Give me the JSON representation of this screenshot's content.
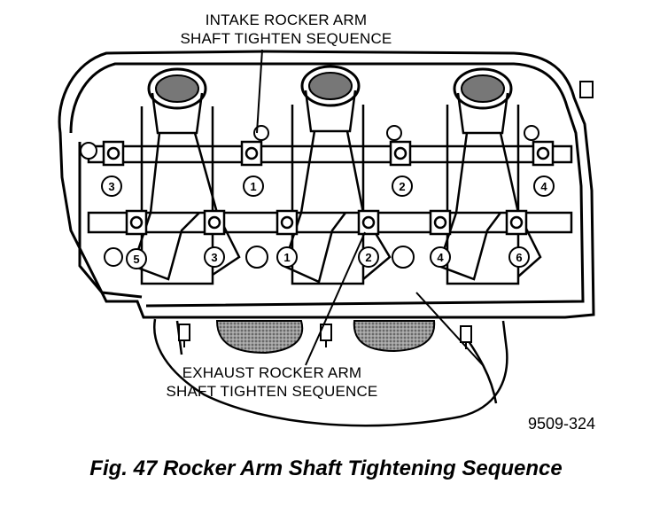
{
  "labels": {
    "intake_line1": "INTAKE ROCKER ARM",
    "intake_line2": "SHAFT TIGHTEN SEQUENCE",
    "exhaust_line1": "EXHAUST ROCKER ARM",
    "exhaust_line2": "SHAFT TIGHTEN SEQUENCE",
    "part_number": "9509-324"
  },
  "caption": "Fig. 47 Rocker Arm Shaft Tightening Sequence",
  "sequence": {
    "intake": [
      "3",
      "1",
      "2",
      "4"
    ],
    "exhaust": [
      "5",
      "3",
      "1",
      "2",
      "4",
      "6"
    ]
  }
}
